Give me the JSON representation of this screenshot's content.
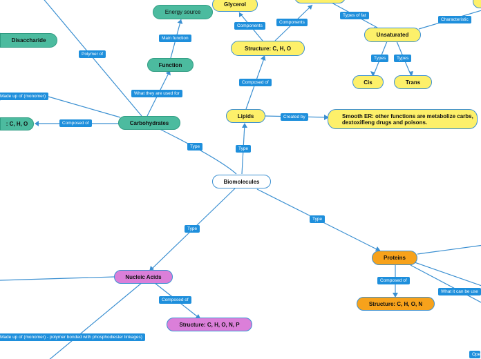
{
  "nodes": {
    "biomolecules": "Biomolecules",
    "carbohydrates": "Carbohydrates",
    "function": "Function",
    "energy_source": "Energy source",
    "disaccharide": "Disaccharide",
    "carb_structure": ": C, H, O",
    "lipids": "Lipids",
    "lipid_structure": "Structure: C, H, O",
    "glycerol": "Glycerol",
    "unsaturated": "Unsaturated",
    "cis": "Cis",
    "trans": "Trans",
    "smooth_er": "Smooth ER: other functions are metabolize carbs, dextoxifieng drugs and poisons.",
    "proteins": "Proteins",
    "protein_structure": "Structure: C, H, O, N",
    "nucleic_acids": "Nucleic Acids",
    "nucleic_structure": "Structure: C, H, O, N, P"
  },
  "links": {
    "polymer_of": "Polymer of",
    "main_function": "Main function",
    "what_used_for": "What they are used for",
    "made_up_of": "Made up of (monomer)",
    "composed_of_carbs": "Composed of",
    "type_carbs": "Type",
    "type_lipids": "Type",
    "composed_of_lipids": "Composed of",
    "components_1": "Components",
    "components_2": "Components",
    "types_of_fat": "Types of fat",
    "types_cis": "Types",
    "types_trans": "Types",
    "characteristic": "Characteristic",
    "created_by": "Created by",
    "type_proteins": "Type",
    "composed_of_proteins": "Composed of",
    "what_it_can_be_used": "What it can be use",
    "ope": "Ope",
    "type_nucleic": "Type",
    "composed_of_nucleic": "Composed of",
    "made_up_of_nucleic": "Made up of (monomer) - polymer bonded with phosphodiester linkages)"
  },
  "colors": {
    "line": "#3a8fd1",
    "link_label": "#1e8fdc",
    "carbohydrates": "#4cbb9f",
    "lipids": "#fdf06a",
    "proteins": "#f7a21b",
    "nucleic_acids": "#db7fd9"
  }
}
